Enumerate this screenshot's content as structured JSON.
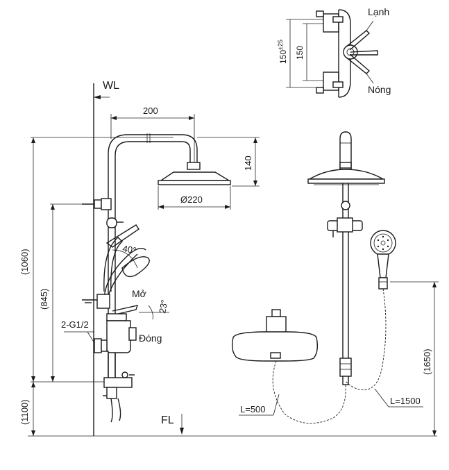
{
  "labels": {
    "wl": "WL",
    "fl": "FL",
    "lanh": "Lạnh",
    "nong": "Nóng",
    "mo": "Mở",
    "dong": "Đóng",
    "thread": "2-G1/2",
    "angle_40": "40°",
    "angle_23": "23°"
  },
  "dims": {
    "w200": "200",
    "h140": "140",
    "d220": "Ø220",
    "h1060": "(1060)",
    "h845": "(845)",
    "h1100": "(1100)",
    "h1650": "(1650)",
    "h150tol": "150",
    "tol": "±25",
    "h150": "150",
    "l500": "L=500",
    "l1500": "L=1500"
  }
}
